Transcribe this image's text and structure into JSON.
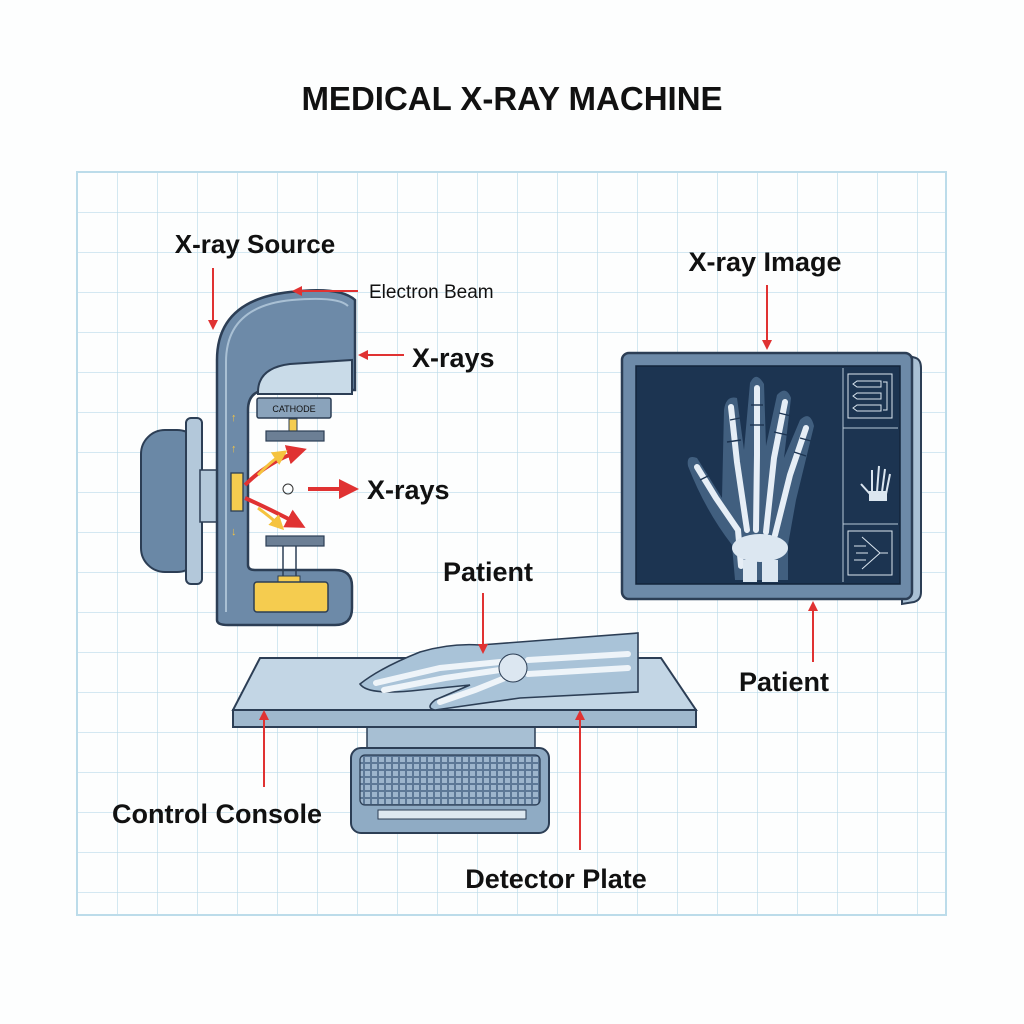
{
  "title": "MEDICAL X-RAY MACHINE",
  "colors": {
    "grid": "#bcdcea",
    "machine_dark": "#6d8aa8",
    "machine_light": "#c9dbe8",
    "outline": "#2c3e55",
    "accent_yellow": "#f5cc4f",
    "arrow_red": "#e03232",
    "screen": "#1c3451",
    "bone": "#e6eef6"
  },
  "labels": {
    "xray_source": "X-ray Source",
    "electron_beam": "Electron Beam",
    "xrays_top": "X-rays",
    "xrays_mid": "X-rays",
    "cathode": "CATHODE",
    "xray_image": "X-ray Image",
    "patient_table": "Patient",
    "patient_monitor": "Patient",
    "control_console": "Control Console",
    "detector_plate": "Detector Plate"
  },
  "components": [
    {
      "name": "x-ray-tube-housing"
    },
    {
      "name": "monitor-display"
    },
    {
      "name": "patient-table"
    },
    {
      "name": "detector-unit"
    }
  ]
}
